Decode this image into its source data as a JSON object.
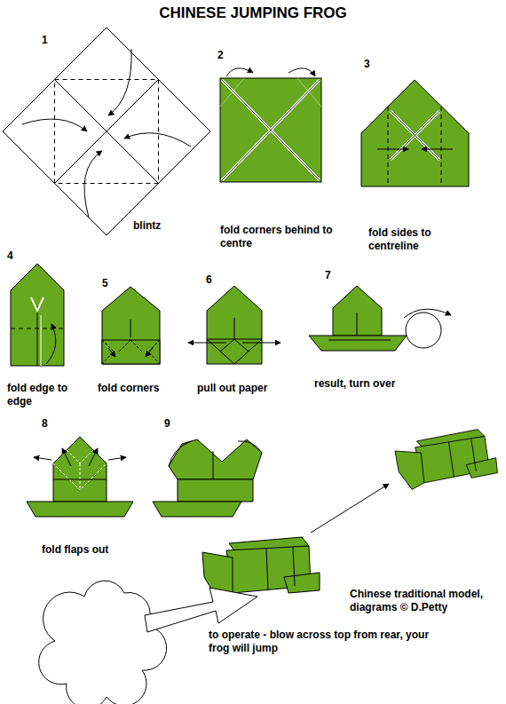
{
  "diagram": {
    "title": "CHINESE JUMPING FROG",
    "labels": [
      "1",
      "2",
      "3",
      "blintz",
      "fold corners behind to centre",
      "fold sides to centreline",
      "4",
      "5",
      "6",
      "7",
      "fold edge to edge",
      "fold corners",
      "pull out paper",
      "result, turn over",
      "8",
      "9",
      "fold flaps out",
      "Chinese traditional model, diagrams © D.Petty",
      "to operate - blow across top from rear, your frog will jump"
    ]
  }
}
